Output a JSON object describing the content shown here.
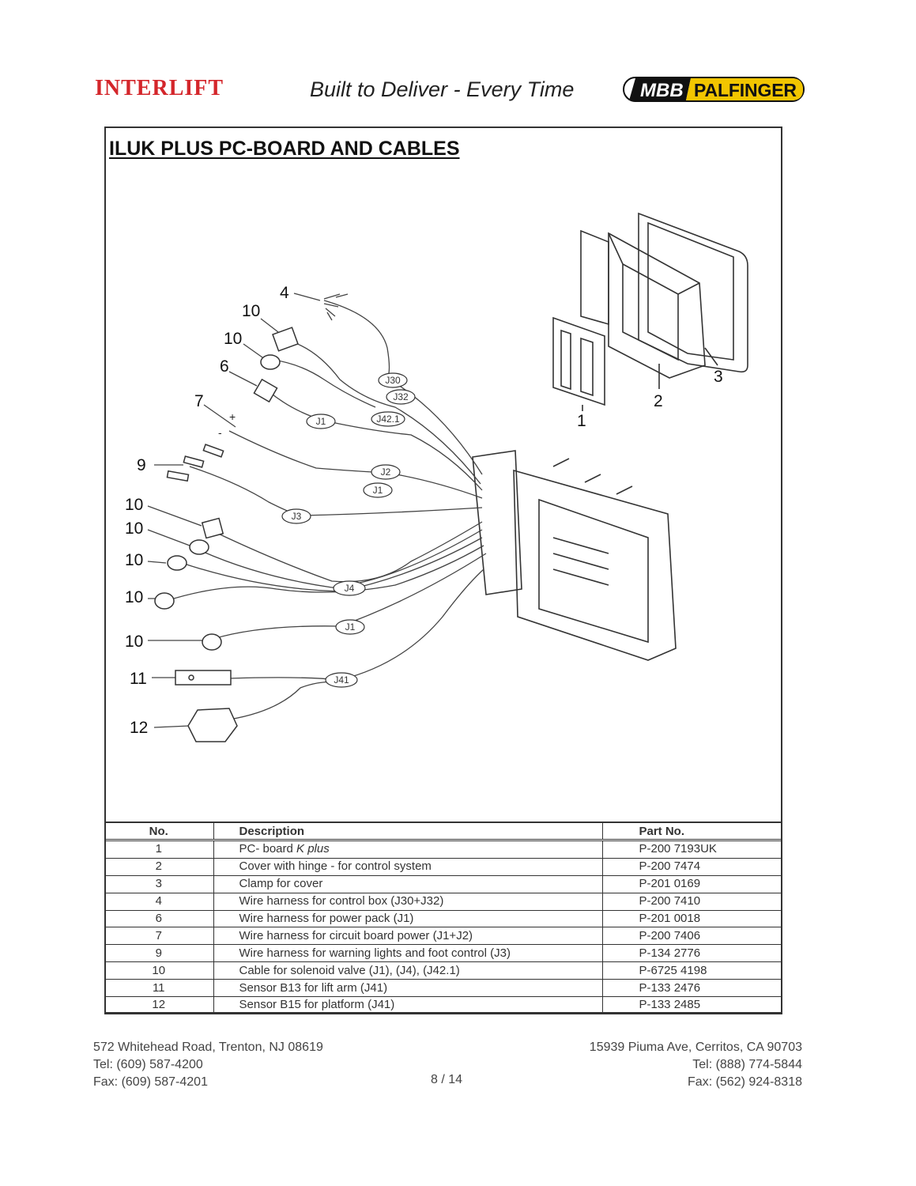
{
  "header": {
    "brand_left": "INTERLIFT",
    "tagline": "Built to Deliver - Every Time",
    "logo_left": "MBB",
    "logo_right": "PALFINGER"
  },
  "section_title": "ILUK PLUS PC-BOARD AND CABLES",
  "diagram": {
    "callouts": [
      "4",
      "10",
      "10",
      "6",
      "7",
      "9",
      "10",
      "10",
      "10",
      "10",
      "10",
      "11",
      "12",
      "1",
      "2",
      "3"
    ],
    "connectors": [
      "J30",
      "J32",
      "J1",
      "J42.1",
      "J2",
      "J1",
      "J3",
      "J4",
      "J1",
      "J41"
    ],
    "polarity": [
      "+",
      "-"
    ]
  },
  "table": {
    "headers": [
      "No.",
      "Description",
      "Part No."
    ],
    "rows": [
      {
        "no": "1",
        "desc": "PC- board ",
        "desc_italic": "K plus",
        "part": "P-200 7193UK"
      },
      {
        "no": "2",
        "desc": "Cover with hinge - for control system",
        "desc_italic": "",
        "part": "P-200 7474"
      },
      {
        "no": "3",
        "desc": "Clamp for cover",
        "desc_italic": "",
        "part": "P-201 0169"
      },
      {
        "no": "4",
        "desc": "Wire harness for control box (J30+J32)",
        "desc_italic": "",
        "part": "P-200 7410"
      },
      {
        "no": "6",
        "desc": "Wire harness for power pack (J1)",
        "desc_italic": "",
        "part": "P-201 0018"
      },
      {
        "no": "7",
        "desc": "Wire harness for circuit board power (J1+J2)",
        "desc_italic": "",
        "part": "P-200 7406"
      },
      {
        "no": "9",
        "desc": "Wire harness for warning lights and foot control (J3)",
        "desc_italic": "",
        "part": "P-134 2776"
      },
      {
        "no": "10",
        "desc": "Cable for solenoid valve (J1), (J4), (J42.1)",
        "desc_italic": "",
        "part": "P-6725 4198"
      },
      {
        "no": "11",
        "desc": "Sensor B13 for lift arm (J41)",
        "desc_italic": "",
        "part": "P-133 2476"
      },
      {
        "no": "12",
        "desc": "Sensor B15 for platform (J41)",
        "desc_italic": "",
        "part": "P-133 2485"
      }
    ]
  },
  "footer": {
    "left": [
      "572 Whitehead Road, Trenton, NJ 08619",
      "Tel:  (609) 587-4200",
      "Fax: (609) 587-4201"
    ],
    "right": [
      "15939 Piuma Ave, Cerritos, CA 90703",
      "Tel: (888) 774-5844",
      "Fax: (562) 924-8318"
    ],
    "page": "8 / 14"
  }
}
